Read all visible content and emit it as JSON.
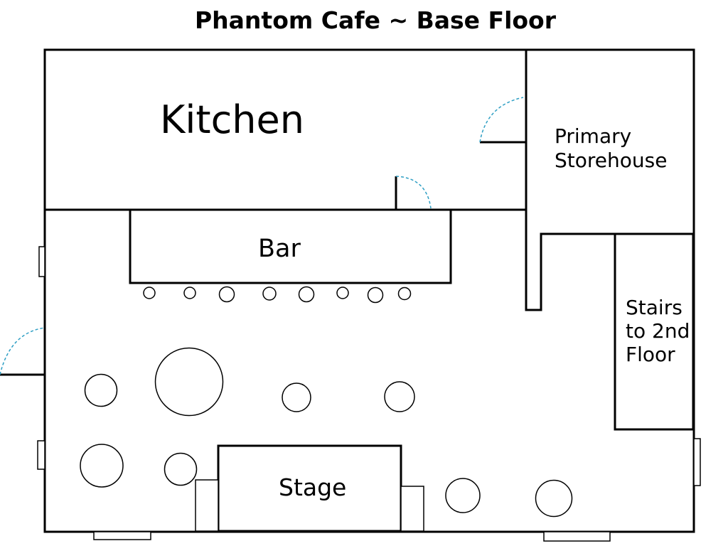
{
  "title": "Phantom Cafe ~ Base Floor",
  "rooms": {
    "kitchen": "Kitchen",
    "storehouse": [
      "Primary",
      "Storehouse"
    ],
    "bar": "Bar",
    "stairs": [
      "Stairs",
      "to 2nd",
      "Floor"
    ],
    "stage": "Stage"
  },
  "colors": {
    "wall": "#000000",
    "door_swing": "#2e9fc4",
    "background": "#ffffff"
  }
}
